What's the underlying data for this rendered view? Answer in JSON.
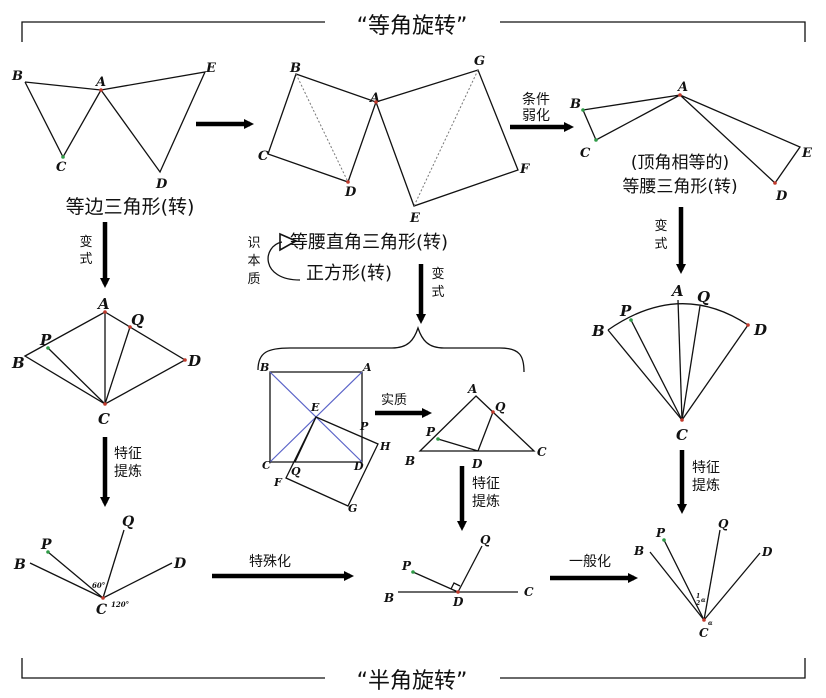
{
  "header": {
    "title_top": "“等角旋转”",
    "title_bottom": "“半角旋转”"
  },
  "captions": {
    "equilateral": "等边三角形(转)",
    "isosceles_right": "等腰直角三角形(转)",
    "square": "正方形(转)",
    "isosceles_line1": "(顶角相等的)",
    "isosceles_line2": "等腰三角形(转)",
    "recognize": [
      "识",
      "本",
      "质"
    ]
  },
  "arrows": {
    "condition_weaken": [
      "条件",
      "弱化"
    ],
    "variant": [
      "变",
      "式"
    ],
    "essence": "实质",
    "feature_extract": [
      "特征",
      "提炼"
    ],
    "specialize": "特殊化",
    "generalize": "一般化"
  },
  "angles": {
    "a60": "60°",
    "a120": "120°",
    "half_alpha": [
      "1",
      "2",
      "α"
    ],
    "alpha": "α"
  },
  "labels": {
    "A": "A",
    "B": "B",
    "C": "C",
    "D": "D",
    "E": "E",
    "F": "F",
    "G": "G",
    "H": "H",
    "P": "P",
    "Q": "Q"
  },
  "colors": {
    "line": "#111111",
    "diagonal_blue": "#5a63c8",
    "point_green": "#2e9a46",
    "point_red": "#c0392b"
  }
}
